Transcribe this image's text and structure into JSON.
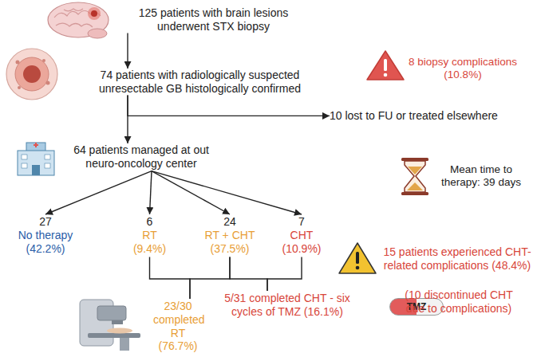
{
  "diagram": {
    "nodes": [
      {
        "text": [
          "125 patients with brain lesions underwent STX biopsy"
        ]
      },
      {
        "text": [
          "74 patients with radiologically suspected unresectable GB histologically confirmed"
        ]
      },
      {
        "text": [
          "10 lost to FU or treated elsewhere"
        ]
      },
      {
        "text": [
          "64 patients managed at out neuro-oncology center"
        ]
      },
      {
        "text": [
          "27",
          "No therapy (42.2%)"
        ]
      },
      {
        "text": [
          "6",
          "RT (9.4%)"
        ]
      },
      {
        "text": [
          "24",
          "RT + CHT (37.5%)"
        ]
      },
      {
        "text": [
          "7",
          "CHT (10.9%)"
        ]
      },
      {
        "text": [
          "23/30 completed RT (76.7%)"
        ]
      },
      {
        "text": [
          "5/31 completed CHT - six cycles of TMZ (16.1%)"
        ]
      },
      {
        "text": [
          "TMZ"
        ]
      }
    ],
    "edges": [
      {
        "from": 0,
        "to": 1,
        "arrow": "to"
      },
      {
        "from": 1,
        "to": 2,
        "arrow": "to"
      },
      {
        "from": 1,
        "to": 3,
        "arrow": "to"
      },
      {
        "from": 3,
        "to": 4,
        "arrow": "to"
      },
      {
        "from": 3,
        "to": 5,
        "arrow": "to"
      },
      {
        "from": 3,
        "to": 6,
        "arrow": "to"
      },
      {
        "from": 3,
        "to": 7,
        "arrow": "to"
      },
      {
        "from": 5,
        "to": 8,
        "arrow": "none"
      },
      {
        "from": 6,
        "to": 8,
        "arrow": "none"
      },
      {
        "from": 6,
        "to": 9,
        "arrow": "none"
      },
      {
        "from": 7,
        "to": 9,
        "arrow": "none"
      }
    ],
    "labels": [
      "8 biopsy complications (10.8%)",
      "Mean time to therapy: 39 days",
      "15 patients experienced CHT-related complications (48.4%)",
      "(10 discontinued CHT due to complications)"
    ]
  }
}
